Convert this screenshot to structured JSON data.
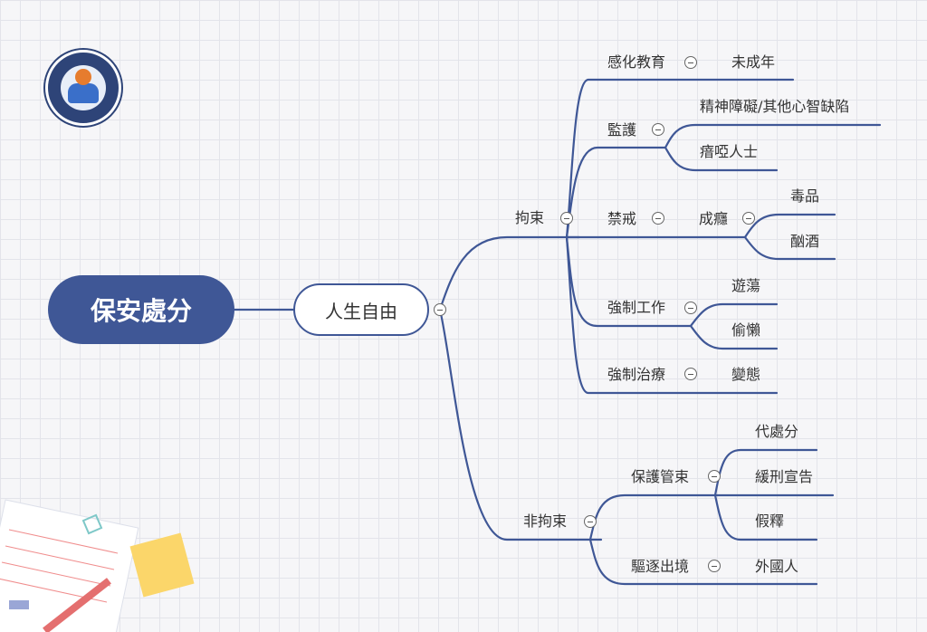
{
  "root": {
    "label": "保安處分"
  },
  "level1": {
    "label": "人生自由"
  },
  "branches": {
    "restrict": {
      "label": "拘束",
      "education": {
        "label": "感化教育",
        "leaf": "未成年"
      },
      "custody": {
        "label": "監護",
        "leaf1": "精神障礙/其他心智缺陷",
        "leaf2": "瘖啞人士"
      },
      "abstain": {
        "label": "禁戒",
        "sub": "成癮",
        "leaf1": "毒品",
        "leaf2": "酗酒"
      },
      "forced_work": {
        "label": "強制工作",
        "leaf1": "遊蕩",
        "leaf2": "偷懶"
      },
      "forced_treatment": {
        "label": "強制治療",
        "leaf": "變態"
      }
    },
    "non_restrict": {
      "label": "非拘束",
      "protective": {
        "label": "保護管束",
        "leaf1": "代處分",
        "leaf2": "緩刑宣告",
        "leaf3": "假釋"
      },
      "deport": {
        "label": "驅逐出境",
        "leaf": "外國人"
      }
    }
  },
  "colors": {
    "accent": "#3f5796",
    "line": "#3f5796"
  },
  "icons": {
    "logo": "brain-god-logo",
    "toggle": "collapse-minus-icon"
  }
}
